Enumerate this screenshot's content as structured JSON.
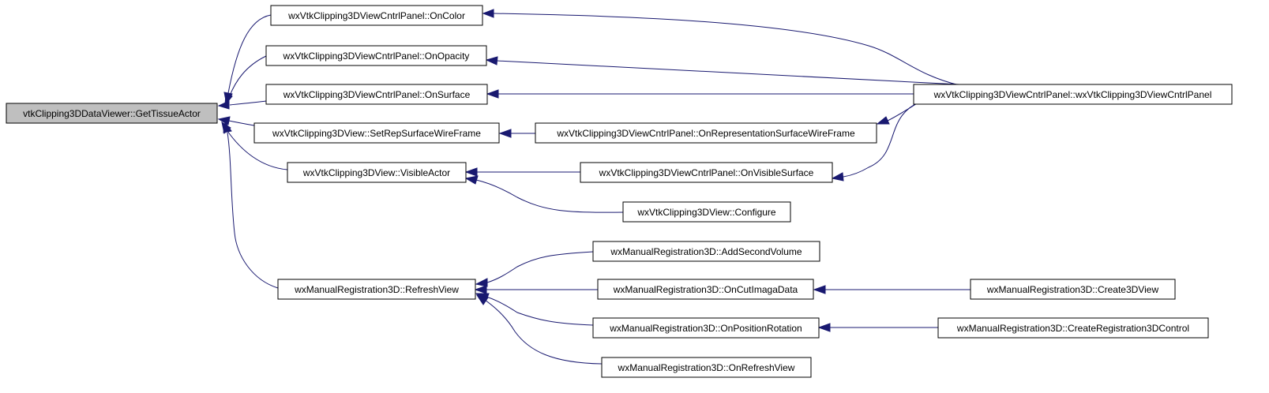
{
  "graph": {
    "colors": {
      "edge": "#191970",
      "root_fill": "#bfbfbf",
      "node_fill": "#ffffff",
      "node_border": "#000000"
    },
    "root": "vtkClipping3DDataViewer::GetTissueActor",
    "nodes": {
      "n_root": "vtkClipping3DDataViewer::GetTissueActor",
      "n_oncolor": "wxVtkClipping3DViewCntrlPanel::OnColor",
      "n_onopacity": "wxVtkClipping3DViewCntrlPanel::OnOpacity",
      "n_onsurface": "wxVtkClipping3DViewCntrlPanel::OnSurface",
      "n_setrep": "wxVtkClipping3DView::SetRepSurfaceWireFrame",
      "n_visibleactor": "wxVtkClipping3DView::VisibleActor",
      "n_refreshview": "wxManualRegistration3D::RefreshView",
      "n_onrepwire": "wxVtkClipping3DViewCntrlPanel::OnRepresentationSurfaceWireFrame",
      "n_onvisiblesurf": "wxVtkClipping3DViewCntrlPanel::OnVisibleSurface",
      "n_configure": "wxVtkClipping3DView::Configure",
      "n_ctor": "wxVtkClipping3DViewCntrlPanel::wxVtkClipping3DViewCntrlPanel",
      "n_addsecond": "wxManualRegistration3D::AddSecondVolume",
      "n_oncut": "wxManualRegistration3D::OnCutImagaData",
      "n_onposrot": "wxManualRegistration3D::OnPositionRotation",
      "n_onrefresh": "wxManualRegistration3D::OnRefreshView",
      "n_create3d": "wxManualRegistration3D::Create3DView",
      "n_createreg": "wxManualRegistration3D::CreateRegistration3DControl"
    },
    "edges": [
      {
        "from": "n_oncolor",
        "to": "n_root"
      },
      {
        "from": "n_onopacity",
        "to": "n_root"
      },
      {
        "from": "n_onsurface",
        "to": "n_root"
      },
      {
        "from": "n_setrep",
        "to": "n_root"
      },
      {
        "from": "n_visibleactor",
        "to": "n_root"
      },
      {
        "from": "n_refreshview",
        "to": "n_root"
      },
      {
        "from": "n_ctor",
        "to": "n_oncolor"
      },
      {
        "from": "n_ctor",
        "to": "n_onopacity"
      },
      {
        "from": "n_ctor",
        "to": "n_onsurface"
      },
      {
        "from": "n_onrepwire",
        "to": "n_setrep"
      },
      {
        "from": "n_ctor",
        "to": "n_onrepwire"
      },
      {
        "from": "n_onvisiblesurf",
        "to": "n_visibleactor"
      },
      {
        "from": "n_configure",
        "to": "n_visibleactor"
      },
      {
        "from": "n_ctor",
        "to": "n_onvisiblesurf"
      },
      {
        "from": "n_addsecond",
        "to": "n_refreshview"
      },
      {
        "from": "n_oncut",
        "to": "n_refreshview"
      },
      {
        "from": "n_onposrot",
        "to": "n_refreshview"
      },
      {
        "from": "n_onrefresh",
        "to": "n_refreshview"
      },
      {
        "from": "n_create3d",
        "to": "n_oncut"
      },
      {
        "from": "n_createreg",
        "to": "n_onposrot"
      }
    ]
  }
}
